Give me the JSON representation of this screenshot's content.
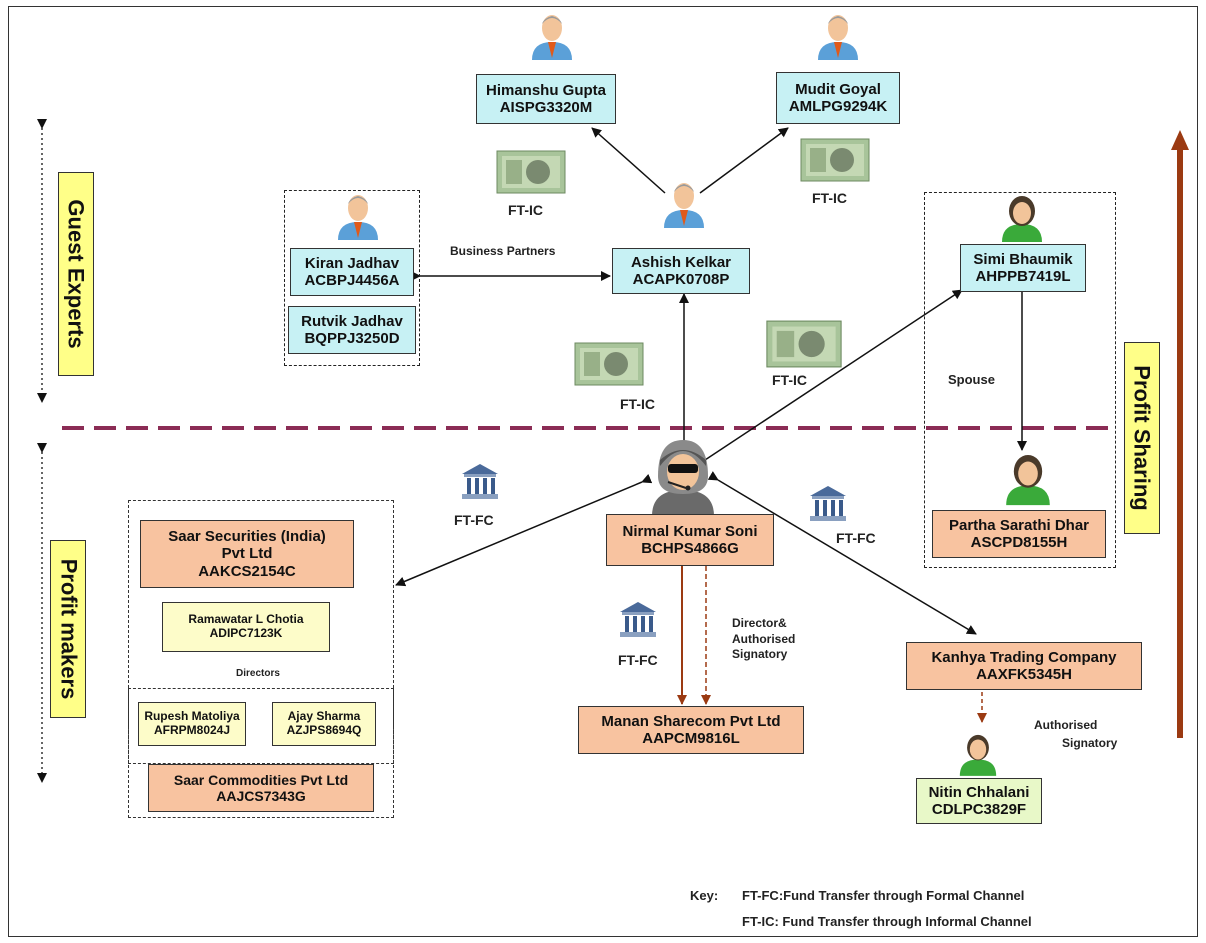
{
  "nodes": {
    "himanshu": {
      "name": "Himanshu Gupta",
      "id": "AISPG3320M"
    },
    "mudit": {
      "name": "Mudit Goyal",
      "id": "AMLPG9294K"
    },
    "ashish": {
      "name": "Ashish Kelkar",
      "id": "ACAPK0708P"
    },
    "kiran": {
      "name": "Kiran Jadhav",
      "id": "ACBPJ4456A"
    },
    "rutvik": {
      "name": "Rutvik Jadhav",
      "id": "BQPPJ3250D"
    },
    "simi": {
      "name": "Simi Bhaumik",
      "id": "AHPPB7419L"
    },
    "partha": {
      "name": "Partha Sarathi Dhar",
      "id": "ASCPD8155H"
    },
    "nirmal": {
      "name": "Nirmal Kumar Soni",
      "id": "BCHPS4866G"
    },
    "saar_sec": {
      "name1": "Saar Securities (India)",
      "name2": "Pvt Ltd",
      "id": "AAKCS2154C"
    },
    "ramawatar": {
      "name": "Ramawatar L Chotia",
      "id": "ADIPC7123K"
    },
    "rupesh": {
      "name": "Rupesh Matoliya",
      "id": "AFRPM8024J"
    },
    "ajay": {
      "name": "Ajay Sharma",
      "id": "AZJPS8694Q"
    },
    "saar_com": {
      "name": "Saar Commodities Pvt Ltd",
      "id": "AAJCS7343G"
    },
    "manan": {
      "name": "Manan Sharecom Pvt  Ltd",
      "id": "AAPCM9816L"
    },
    "kanhya": {
      "name": "Kanhya Trading Company",
      "id": "AAXFK5345H"
    },
    "nitin": {
      "name": "Nitin Chhalani",
      "id": "CDLPC3829F"
    }
  },
  "labels": {
    "ft_ic": "FT-IC",
    "ft_fc": "FT-FC",
    "business_partners": "Business Partners",
    "spouse": "Spouse",
    "directors": "Directors",
    "director_auth1": "Director&",
    "director_auth2": "Authorised",
    "director_auth3": "Signatory",
    "auth_sig1": "Authorised",
    "auth_sig2": "Signatory"
  },
  "side_labels": {
    "guest_experts": "Guest Experts",
    "profit_makers": "Profit makers",
    "profit_sharing": "Profit Sharing"
  },
  "key": {
    "title": "Key:",
    "ft_fc": "FT-FC:Fund Transfer through Formal Channel",
    "ft_ic": "FT-IC: Fund Transfer through Informal Channel"
  },
  "colors": {
    "cyan_box": "#c7f1f4",
    "orange_box": "#f8c3a0",
    "yellow_box": "#fdfcc9",
    "divider": "#8b2c55",
    "brown_arrow": "#9b3a12",
    "label_bg": "#ffff88"
  },
  "icons": [
    "man-icon",
    "woman-icon",
    "hacker-icon",
    "bank-icon",
    "banknote-icon"
  ]
}
